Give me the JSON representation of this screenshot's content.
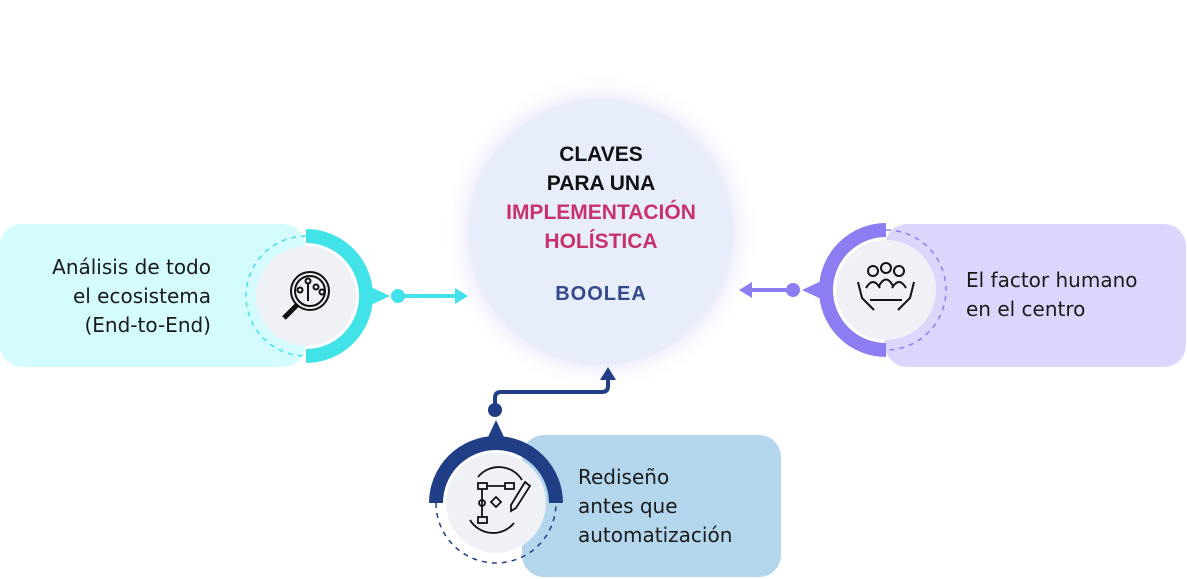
{
  "center": {
    "line1": "CLAVES",
    "line2": "PARA UNA",
    "line3": "IMPLEMENTACIÓN",
    "line4": "HOLÍSTICA",
    "logo": "BOOLEA"
  },
  "cards": [
    {
      "lines": [
        "Análisis de todo",
        "el ecosistema",
        "(End-to-End)"
      ],
      "icon": "magnifier-circuit-icon",
      "color": "#42e3e8",
      "bg": "#d4fbfd"
    },
    {
      "lines": [
        "El factor humano",
        "en el centro"
      ],
      "icon": "people-in-hands-icon",
      "color": "#8c7ef2",
      "bg": "#ddd6fc"
    },
    {
      "lines": [
        "Rediseño",
        "antes que",
        "automatización"
      ],
      "icon": "flowchart-pen-icon",
      "color": "#1f3e86",
      "bg": "#b3d6ec"
    }
  ]
}
